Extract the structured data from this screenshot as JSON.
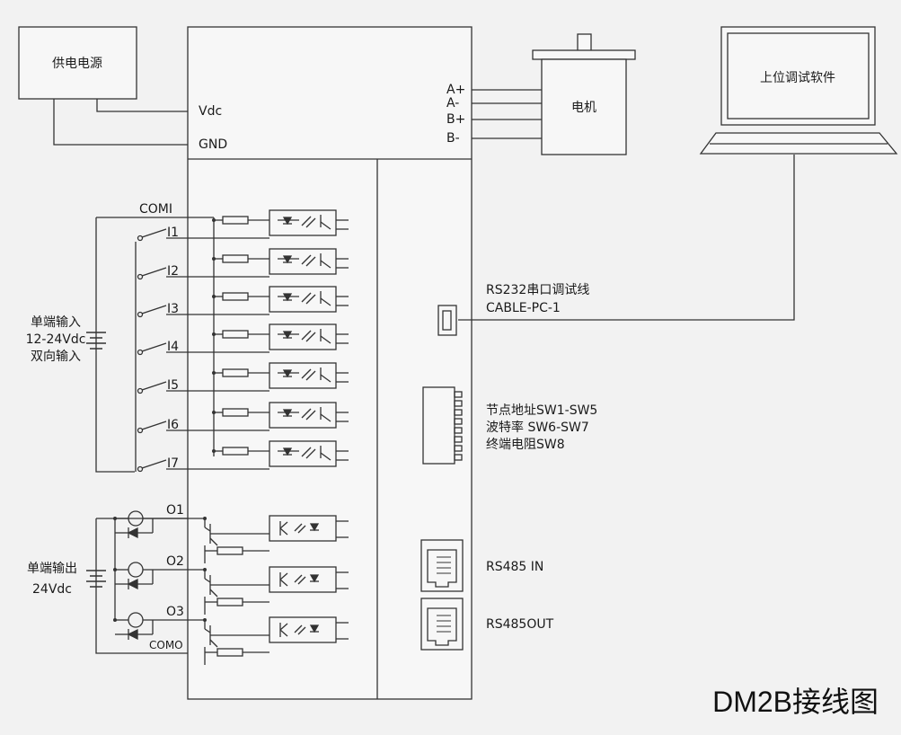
{
  "power": {
    "label": "供电电源",
    "vdc": "Vdc",
    "gnd": "GND"
  },
  "motor": {
    "label": "电机",
    "phases": [
      "A+",
      "A-",
      "B+",
      "B-"
    ]
  },
  "pc": {
    "label": "上位调试软件"
  },
  "serial": {
    "line1": "RS232串口调试线",
    "line2": "CABLE-PC-1"
  },
  "inputs": {
    "common": "COMI",
    "items": [
      "I1",
      "I2",
      "I3",
      "I4",
      "I5",
      "I6",
      "I7"
    ],
    "source_lines": [
      "单端输入",
      "12-24Vdc",
      "双向输入"
    ]
  },
  "dip": {
    "lines": [
      "节点地址SW1-SW5",
      "波特率   SW6-SW7",
      "终端电阻SW8"
    ]
  },
  "outputs": {
    "items": [
      "O1",
      "O2",
      "O3"
    ],
    "common": "COMO",
    "source_lines": [
      "单端输出",
      "24Vdc"
    ]
  },
  "rs485": {
    "in": "RS485 IN",
    "out": "RS485OUT"
  },
  "title": "DM2B接线图"
}
